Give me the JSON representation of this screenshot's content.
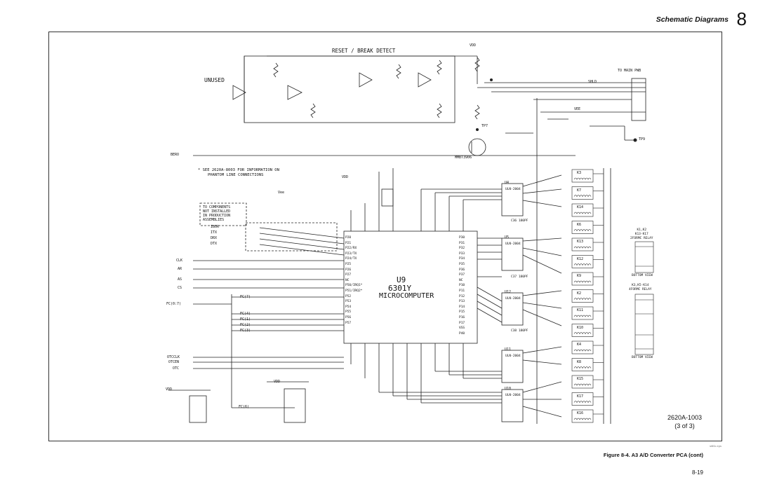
{
  "header": {
    "title": "Schematic Diagrams",
    "chapter": "8"
  },
  "texts": {
    "unused": "UNUSED",
    "reset_break": "RESET / BREAK DETECT",
    "to_main_pwb": "TO MAIN PWB",
    "see_note": "* SEE 2620A-8003 FOR INFORMATION ON",
    "see_note2": "PHANTOM LINE CONNECTIONS",
    "components_box": [
      "TO COMPONENTS",
      "NOT INSTALLED",
      "IN PRODUCTION",
      "ASSEMBLIES"
    ],
    "u9_name": "U9",
    "u9_part": "6301Y",
    "u9_desc": "MICROCOMPUTER",
    "vdd": "VDD",
    "vee": "Vee",
    "bero": "BERO",
    "clk": "CLK",
    "ar": "AR",
    "as": "AS",
    "cs": "CS",
    "fc_bus": "FC(0:7)",
    "otcclk": "OTCCLK",
    "otcen": "OTCEN",
    "otc": "OTC",
    "fc6": "FC(6)",
    "relay1_title": [
      "K1,K2",
      "K13-K17",
      "2FORMC RELAY"
    ],
    "relay2_title": [
      "K3,K5-K14",
      "4FORMC RELAY"
    ],
    "bottom_view": "BOTTOM VIEW",
    "mmbt": "MMBT3906",
    "shld": "SHLD",
    "vee_label": "VEE",
    "tp9": "TP9",
    "tp7": "TP7"
  },
  "left_signals": [
    "IBOR",
    "ITX",
    "DRX",
    "DTX"
  ],
  "fc_lines": [
    "FC(7)",
    "FC(4)",
    "FC(1)",
    "FC(2)",
    "FC(3)"
  ],
  "port_left": [
    "P20",
    "P21",
    "P22/RX",
    "P23/TX",
    "P24/TX",
    "P25",
    "P26",
    "P27",
    "NC",
    "P50/IRQ1*",
    "P51/IRQ2*",
    "P52",
    "P53",
    "P54",
    "P55",
    "P56",
    "P57"
  ],
  "port_right": [
    "P30",
    "P31",
    "P32",
    "P33",
    "P34",
    "P35",
    "P36",
    "P37",
    "NC",
    "P10",
    "P11",
    "P12",
    "P13",
    "P14",
    "P15",
    "P16",
    "P17",
    "VSS",
    "P40"
  ],
  "drivers": [
    {
      "name": "U4",
      "part": "ULN-2004"
    },
    {
      "name": "U5",
      "part": "ULN-2004"
    },
    {
      "name": "U12",
      "part": "ULN-2004"
    },
    {
      "name": "U11",
      "part": "ULN-2004"
    },
    {
      "name": "U10",
      "part": "ULN-2004"
    }
  ],
  "relays": [
    "K3",
    "K7",
    "K14",
    "K6",
    "K13",
    "K12",
    "K9",
    "K2",
    "K11",
    "K10",
    "K4",
    "K8",
    "K15",
    "K17",
    "K16"
  ],
  "caps": [
    "C36 180PF",
    "C37 180PF",
    "C38 180PF"
  ],
  "figure_ref": {
    "number": "2620A-1003",
    "sheet": "(3 of 3)"
  },
  "tiny_code": "sl80c.eps",
  "caption": "Figure 8-4. A3 A/D Converter PCA (cont)",
  "page": "8-19"
}
